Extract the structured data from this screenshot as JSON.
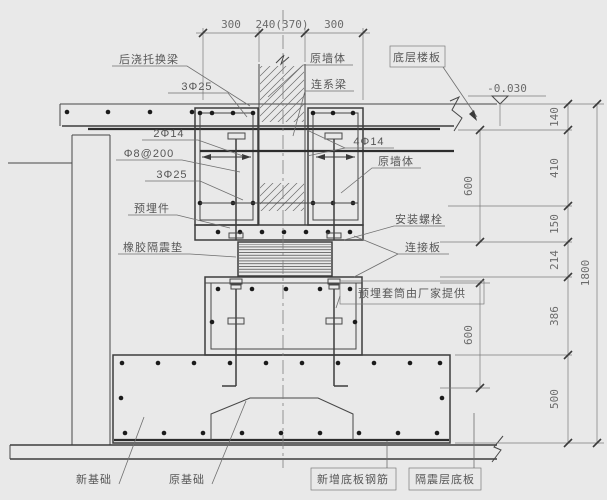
{
  "drawing": {
    "title": "isolation-bearing-installation-detail",
    "background": "#e9e9e9",
    "line_color": "#474747",
    "dim_color": "#6b6b6b",
    "label_color": "#565656",
    "top_dims": [
      "300",
      "240(370)",
      "300"
    ],
    "right_dims": [
      "140",
      "410",
      "150",
      "214",
      "386",
      "500"
    ],
    "right_total_dim": "1800",
    "inner_dims": [
      "600",
      "600"
    ],
    "level_mark": "-0.030",
    "labels_left": [
      "后浇托换梁",
      "3Φ25",
      "2Φ14",
      "Φ8@200",
      "3Φ25",
      "预埋件",
      "橡胶隔震垫"
    ],
    "labels_right": [
      "原墙体",
      "连系梁",
      "底层楼板",
      "4Φ14",
      "原墙体",
      "安装螺栓",
      "连接板",
      "预埋套筒由厂家提供"
    ],
    "labels_bottom": [
      "新基础",
      "原基础",
      "新增底板钢筋",
      "隔震层底板"
    ]
  }
}
